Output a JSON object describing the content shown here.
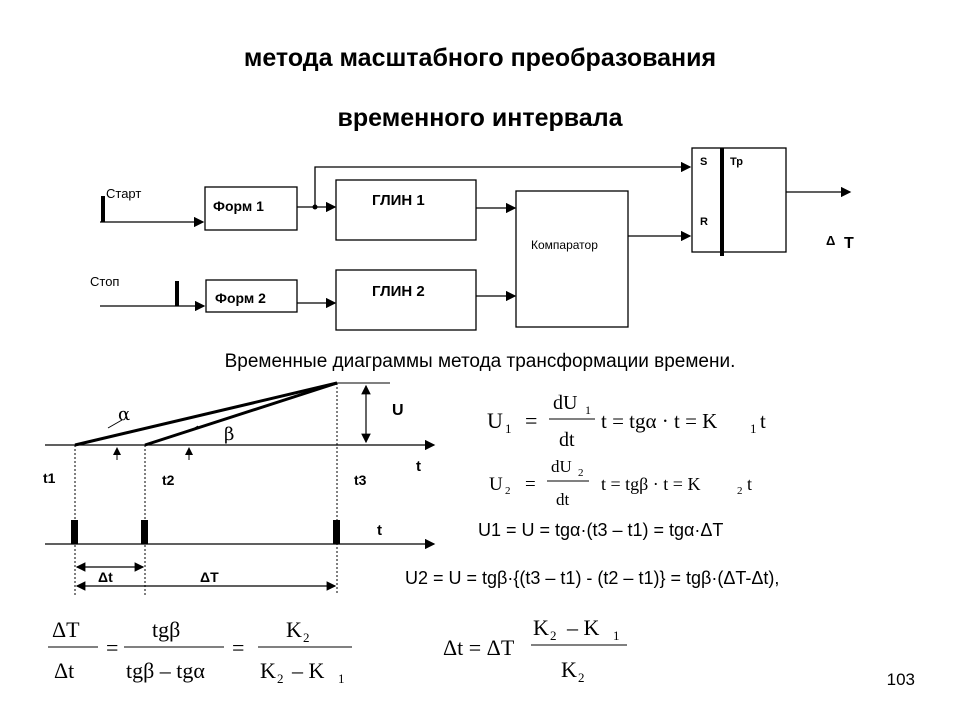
{
  "title_line1": "метода масштабного преобразования",
  "title_line2": "временного интервала",
  "block_diagram": {
    "start_label": "Старт",
    "stop_label": "Стоп",
    "form1": "Форм 1",
    "form2": "Форм 2",
    "glin1": "ГЛИН 1",
    "glin2": "ГЛИН 2",
    "comparator": "Компаратор",
    "trigger_s": "S",
    "trigger_r": "R",
    "trigger_label": "Тр",
    "output_delta": "Δ",
    "output_t": "T"
  },
  "subtitle": "Временные диаграммы метода трансформации времени.",
  "timing": {
    "alpha": "α",
    "beta": "β",
    "u_label": "U",
    "t_axis": "t",
    "t1": "t1",
    "t2": "t2",
    "t3": "t3",
    "t_axis2": "t",
    "dt": "Δt",
    "dT": "ΔT"
  },
  "formulas": {
    "u1_lhs": "U",
    "u1_sub": "1",
    "u1_num": "dU",
    "u1_num_sub": "1",
    "u1_den": "dt",
    "u1_rhs": "t = tgα · t = K",
    "u1_rhs_sub": "1",
    "u1_rhs_end": "t",
    "u2_lhs": "U",
    "u2_sub": "2",
    "u2_num": "dU",
    "u2_num_sub": "2",
    "u2_den": "dt",
    "u2_rhs": "t = tgβ · t = K",
    "u2_rhs_sub": "2",
    "u2_rhs_end": "t",
    "eq_u1": "U1 = U = tgα·(t3 – t1) = tgα·ΔT",
    "eq_u2": "U2 = U = tgβ·{(t3 – t1) - (t2 – t1)} = tgβ·(ΔT-Δt),",
    "ratio_num1": "ΔT",
    "ratio_den1": "Δt",
    "ratio_num2": "tgβ",
    "ratio_den2": "tgβ – tgα",
    "ratio_num3": "K",
    "ratio_num3_sub": "2",
    "ratio_den3a": "K",
    "ratio_den3a_sub": "2",
    "ratio_den3b": "– K",
    "ratio_den3b_sub": "1",
    "dt_lhs": "Δt = ΔT",
    "dt_num_a": "K",
    "dt_num_a_sub": "2",
    "dt_num_b": "– K",
    "dt_num_b_sub": "1",
    "dt_den": "K",
    "dt_den_sub": "2"
  },
  "page_number": "103"
}
